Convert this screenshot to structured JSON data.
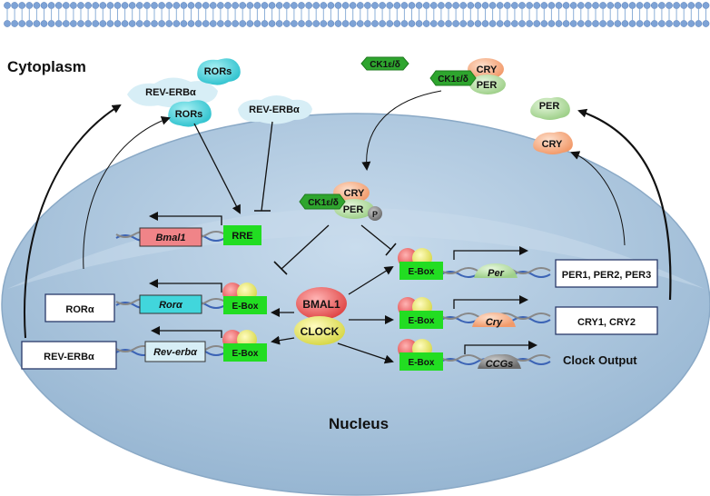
{
  "regions": {
    "cytoplasm": "Cytoplasm",
    "nucleus": "Nucleus"
  },
  "cytoplasm": {
    "rev_erba": "REV-ERBα",
    "rors_top": "RORs",
    "rors_mid": "RORs",
    "rev_erba_mid": "REV-ERBα",
    "ck1_free": "CK1ε/δ",
    "complex": {
      "ck1": "CK1ε/δ",
      "cry": "CRY",
      "per": "PER"
    },
    "per": "PER",
    "cry": "CRY"
  },
  "nucleus_complex": {
    "ck1": "CK1ε/δ",
    "cry": "CRY",
    "per": "PER",
    "p": "P"
  },
  "genes": {
    "bmal1": "Bmal1",
    "rora": "Rorα",
    "rev_erba": "Rev-erbα",
    "per": "Per",
    "cry": "Cry",
    "ccgs": "CCGs"
  },
  "elements": {
    "rre": "RRE",
    "ebox": "E-Box"
  },
  "activators": {
    "bmal1": "BMAL1",
    "clock": "CLOCK"
  },
  "products": {
    "rora": "RORα",
    "rev_erba": "REV-ERBα",
    "per": "PER1, PER2, PER3",
    "cry": "CRY1, CRY2"
  },
  "clock_output": "Clock Output",
  "colors": {
    "nucleus_fill": "#b6cde2",
    "rors": "#4fd0dc",
    "ck1": "#2ea52e",
    "ebox": "#22dd22",
    "bmal1": "#ef6a6a",
    "clock": "#ecec6a",
    "per": "#b9e0ab",
    "cry": "#f7b28e",
    "rev_erb_cloud": "#d7eef6",
    "bmal1_gene": "#f08488",
    "rora_gene": "#41d6dc",
    "rev_gene": "#d7eef6"
  }
}
